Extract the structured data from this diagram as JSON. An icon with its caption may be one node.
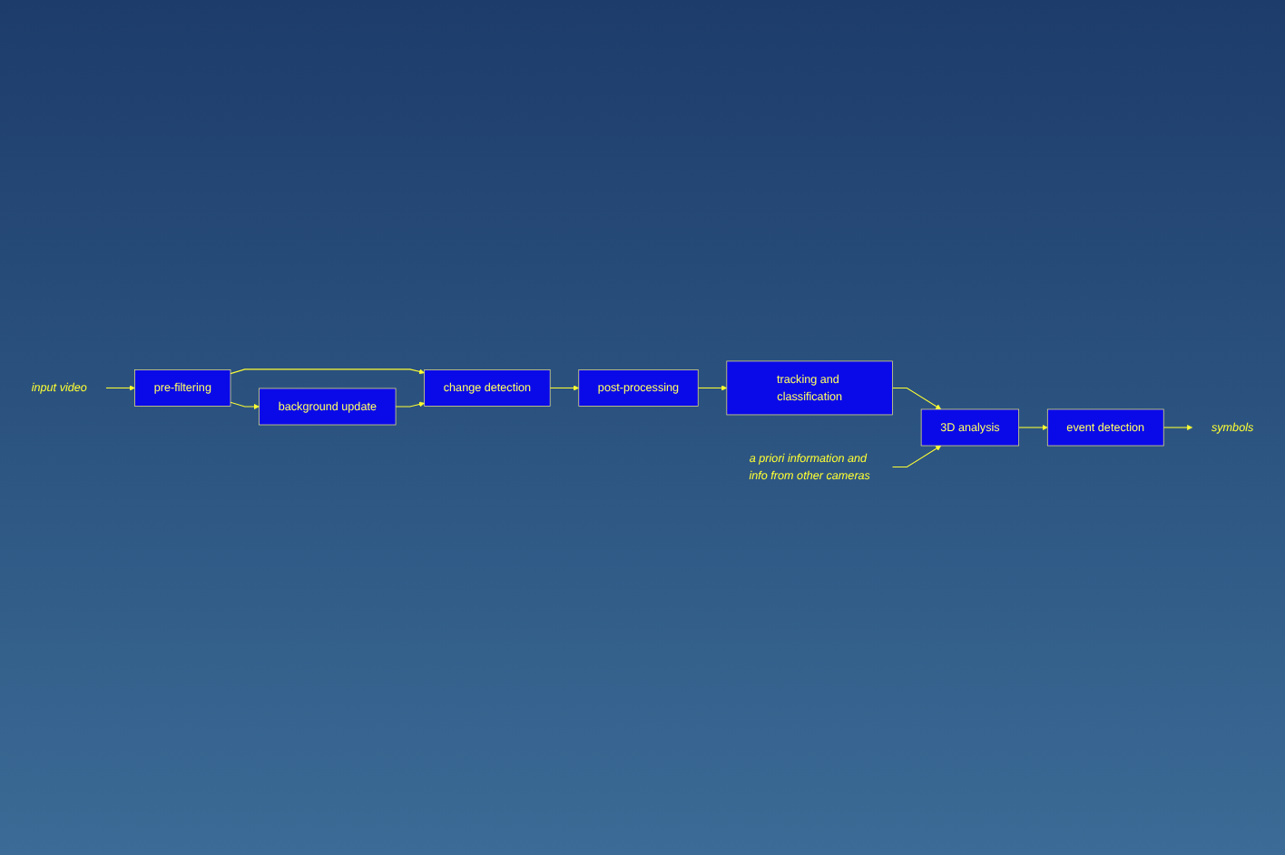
{
  "diagram": {
    "nodes": [
      {
        "text": [
          "input video"
        ]
      },
      {
        "text": [
          "pre-filtering"
        ]
      },
      {
        "text": [
          "background update"
        ]
      },
      {
        "text": [
          "change detection"
        ]
      },
      {
        "text": [
          "post-processing"
        ]
      },
      {
        "text": [
          "tracking and classification"
        ]
      },
      {
        "text": [
          "3D analysis"
        ]
      },
      {
        "text": [
          "event detection"
        ]
      },
      {
        "text": [
          "symbols"
        ]
      },
      {
        "text": [
          "a priori information and info from other cameras"
        ]
      }
    ],
    "edges": [
      {
        "from": 0,
        "to": 1,
        "arrow": "to"
      },
      {
        "from": 1,
        "to": 3,
        "arrow": "to"
      },
      {
        "from": 1,
        "to": 2,
        "arrow": "to"
      },
      {
        "from": 2,
        "to": 3,
        "arrow": "to"
      },
      {
        "from": 3,
        "to": 4,
        "arrow": "to"
      },
      {
        "from": 4,
        "to": 5,
        "arrow": "to"
      },
      {
        "from": 5,
        "to": 6,
        "arrow": "to"
      },
      {
        "from": 6,
        "to": 7,
        "arrow": "to"
      },
      {
        "from": 7,
        "to": 8,
        "arrow": "to"
      },
      {
        "from": 9,
        "to": 6,
        "arrow": "to"
      }
    ]
  }
}
